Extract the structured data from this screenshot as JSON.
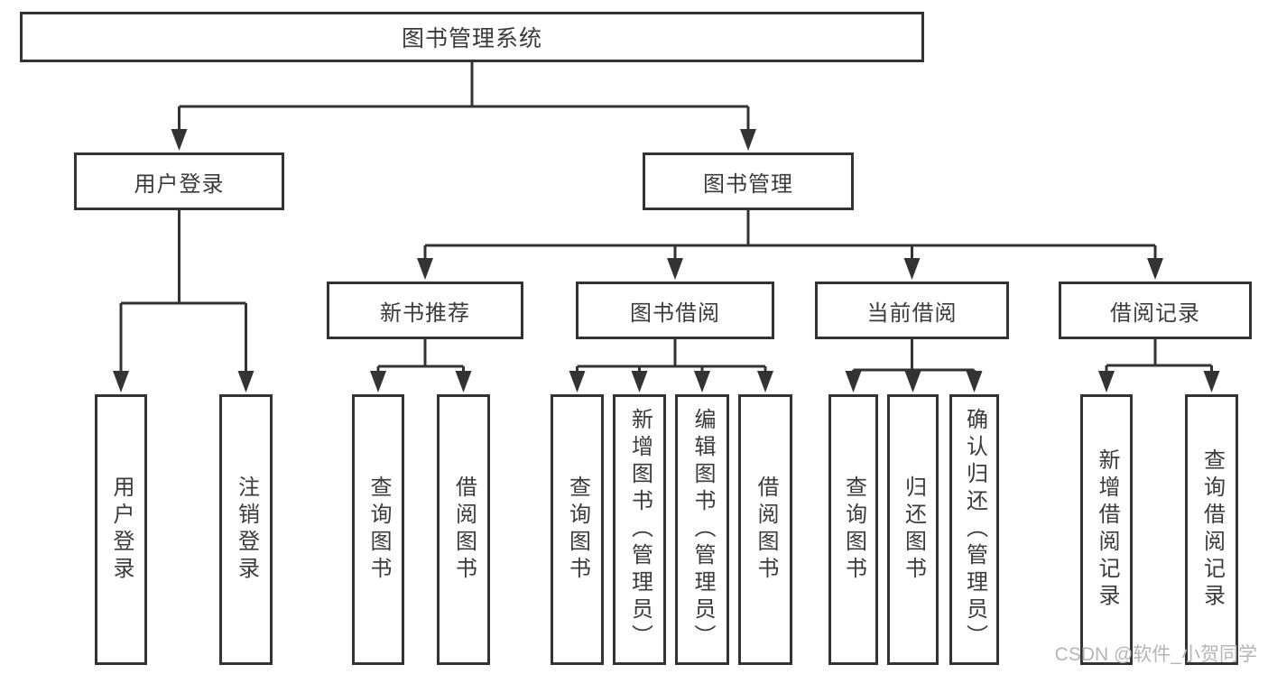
{
  "colors": {
    "line": "#333333",
    "text": "#3b3b3b",
    "bg": "#ffffff",
    "watermark": "#b5b5b5"
  },
  "diagram": {
    "root": "图书管理系统",
    "branches": [
      {
        "label": "用户登录",
        "children": [
          "用户登录",
          "注销登录"
        ]
      },
      {
        "label": "图书管理",
        "children": [
          {
            "label": "新书推荐",
            "children": [
              "查询图书",
              "借阅图书"
            ]
          },
          {
            "label": "图书借阅",
            "children": [
              "查询图书",
              "新增图书（管理员）",
              "编辑图书（管理员）",
              "借阅图书"
            ]
          },
          {
            "label": "当前借阅",
            "children": [
              "查询图书",
              "归还图书",
              "确认归还（管理员）"
            ]
          },
          {
            "label": "借阅记录",
            "children": [
              "新增借阅记录",
              "查询借阅记录"
            ]
          }
        ]
      }
    ]
  },
  "watermark": {
    "text": "CSDN @软件_小贺同学"
  }
}
